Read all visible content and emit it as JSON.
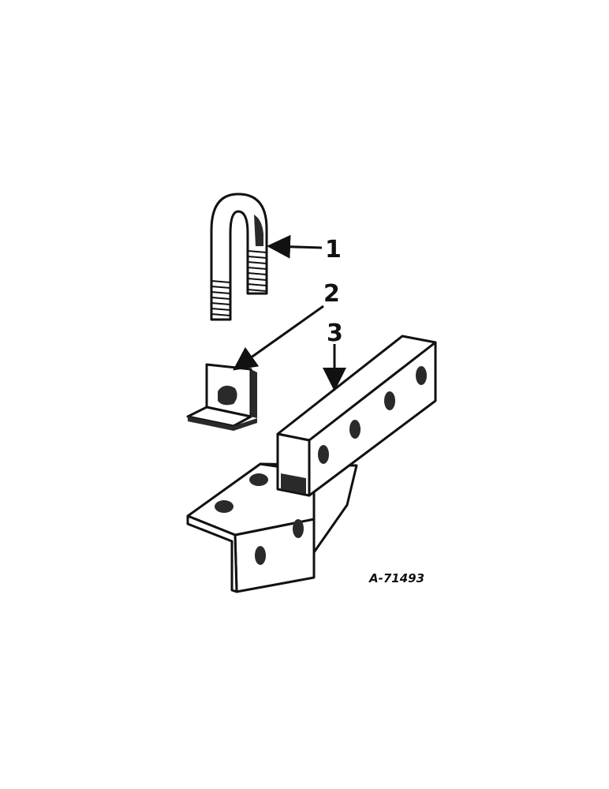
{
  "callouts": {
    "part1": "1",
    "part2": "2",
    "part3": "3"
  },
  "figure_ref": "A-71493",
  "colors": {
    "ink": "#111111",
    "paper": "#ffffff"
  }
}
